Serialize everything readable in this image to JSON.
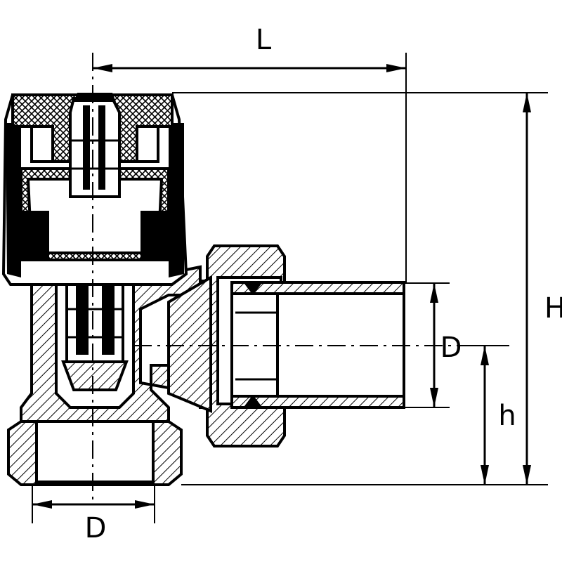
{
  "labels": {
    "length": "L",
    "height": "H",
    "axis_height": "h",
    "outlet_diameter": "D",
    "inlet_diameter": "D"
  }
}
